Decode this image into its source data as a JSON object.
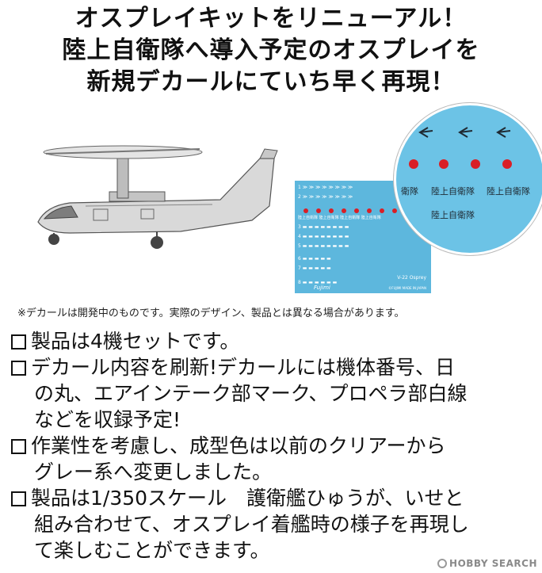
{
  "headline": {
    "line1": "オスプレイキットをリニューアル！",
    "line2": "陸上自衛隊へ導入予定のオスプレイを",
    "line3": "新規デカールにていち早く再現！"
  },
  "decal_sheet": {
    "label": "V-22 Osprey",
    "brand": "Fujimi",
    "copyright": "©FUJIMI MADE IN JAPAN"
  },
  "decal_zoom": {
    "text1": "衛隊",
    "text2": "陸上自衛隊",
    "text3": "陸上自衛隊",
    "text4": "陸上自衛隊",
    "hinomaru_color": "#d91f26",
    "background_color": "#6cc3e6"
  },
  "note": "※デカールは開発中のものです。実際のデザイン、製品とは異なる場合があります。",
  "items": {
    "i1": "製品は4機セットです。",
    "i2a": "デカール内容を刷新!デカールには機体番号、日",
    "i2b": "の丸、エアインテーク部マーク、プロペラ部白線",
    "i2c": "などを収録予定!",
    "i3a": "作業性を考慮し、成型色は以前のクリアーから",
    "i3b": "グレー系へ変更しました。",
    "i4a": "製品は1/350スケール　護衛艦ひゅうが、いせと",
    "i4b": "組み合わせて、オスプレイ着艦時の様子を再現し",
    "i4c": "て楽しむことができます。"
  },
  "watermark": "HOBBY SEARCH"
}
